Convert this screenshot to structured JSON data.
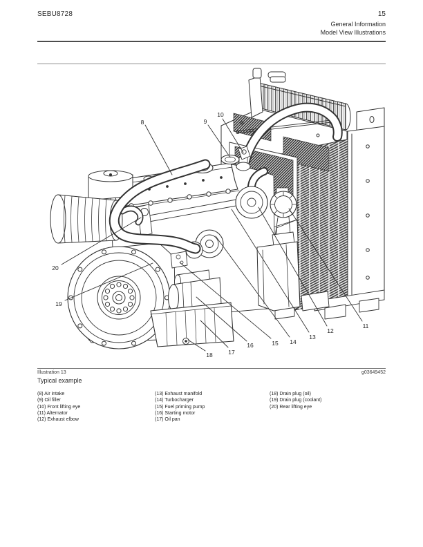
{
  "header": {
    "doc_code": "SEBU8728",
    "page_number": "15",
    "section": "General Information",
    "subsection": "Model View Illustrations"
  },
  "illustration": {
    "caption_label": "Illustration 13",
    "caption_code": "g03649452",
    "caption_title": "Typical example",
    "callouts": {
      "n8": "8",
      "n9": "9",
      "n10": "10",
      "n11": "11",
      "n12": "12",
      "n13": "13",
      "n14": "14",
      "n15": "15",
      "n16": "16",
      "n17": "17",
      "n18": "18",
      "n19": "19",
      "n20": "20"
    }
  },
  "legend": {
    "col1": [
      "(8) Air intake",
      "(9) Oil filler",
      "(10) Front lifting eye",
      "(11) Alternator",
      "(12) Exhaust elbow"
    ],
    "col2": [
      "(13) Exhaust manifold",
      "(14) Turbocharger",
      "(15) Fuel priming pump",
      "(16) Starting motor",
      "(17) Oil pan"
    ],
    "col3": [
      "(18) Drain plug (oil)",
      "(19) Drain plug (coolant)",
      "(20) Rear lifting eye"
    ]
  },
  "colors": {
    "line": "#333333",
    "text": "#2a2a2a",
    "rule_dark": "#4d4d4d",
    "rule_light": "#7a7a7a",
    "hatch_dark": "#3f3f3f"
  }
}
